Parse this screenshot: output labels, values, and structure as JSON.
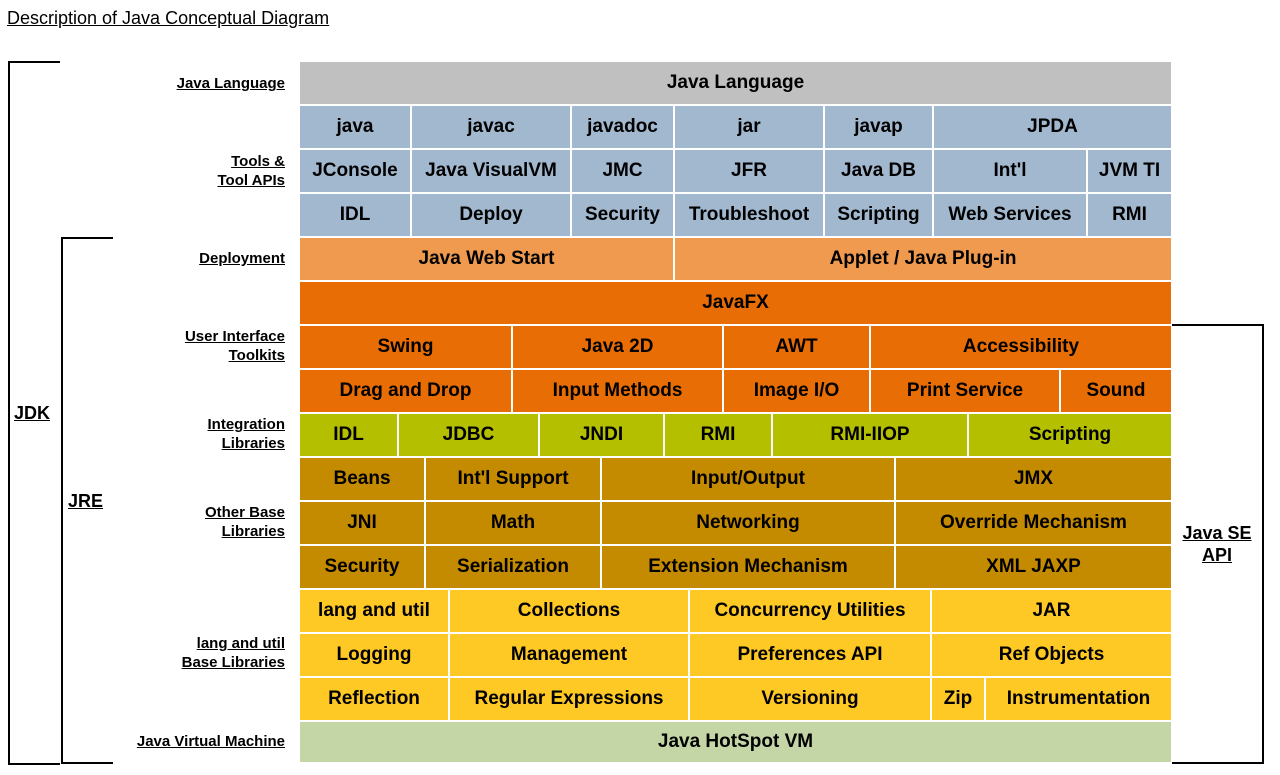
{
  "page": {
    "title_link": "Description of Java Conceptual Diagram"
  },
  "row_labels": [
    {
      "id": "java-language",
      "text": "Java Language"
    },
    {
      "id": "tools",
      "text": "Tools &\nTool APIs"
    },
    {
      "id": "deployment",
      "text": "Deployment"
    },
    {
      "id": "ui-toolkits",
      "text": "User Interface\nToolkits"
    },
    {
      "id": "integration",
      "text": "Integration\nLibraries"
    },
    {
      "id": "other-base",
      "text": "Other Base\nLibraries"
    },
    {
      "id": "lang-util-base",
      "text": "lang and util\nBase Libraries"
    },
    {
      "id": "jvm",
      "text": "Java Virtual Machine"
    }
  ],
  "cells": {
    "java_language": "Java Language",
    "tools_row1": [
      "java",
      "javac",
      "javadoc",
      "jar",
      "javap",
      "JPDA"
    ],
    "tools_row2": [
      "JConsole",
      "Java VisualVM",
      "JMC",
      "JFR",
      "Java DB",
      "Int'l",
      "JVM TI"
    ],
    "tools_row3": [
      "IDL",
      "Deploy",
      "Security",
      "Troubleshoot",
      "Scripting",
      "Web Services",
      "RMI"
    ],
    "deployment": [
      "Java Web Start",
      "Applet / Java Plug-in"
    ],
    "javafx": "JavaFX",
    "ui_row1": [
      "Swing",
      "Java 2D",
      "AWT",
      "Accessibility"
    ],
    "ui_row2": [
      "Drag and Drop",
      "Input Methods",
      "Image I/O",
      "Print Service",
      "Sound"
    ],
    "integration": [
      "IDL",
      "JDBC",
      "JNDI",
      "RMI",
      "RMI-IIOP",
      "Scripting"
    ],
    "other_row1": [
      "Beans",
      "Int'l Support",
      "Input/Output",
      "JMX"
    ],
    "other_row2": [
      "JNI",
      "Math",
      "Networking",
      "Override Mechanism"
    ],
    "other_row3": [
      "Security",
      "Serialization",
      "Extension Mechanism",
      "XML JAXP"
    ],
    "base_row1": [
      "lang and util",
      "Collections",
      "Concurrency Utilities",
      "JAR"
    ],
    "base_row2": [
      "Logging",
      "Management",
      "Preferences API",
      "Ref Objects"
    ],
    "base_row3": [
      "Reflection",
      "Regular Expressions",
      "Versioning",
      "Zip",
      "Instrumentation"
    ],
    "vm": "Java HotSpot VM"
  },
  "brackets": {
    "jdk": "JDK",
    "jre": "JRE",
    "java_se_api": "Java SE\nAPI"
  },
  "colors": {
    "language": "#c0c0c0",
    "tools": "#a2b8cf",
    "deployment": "#ef9a4e",
    "ui": "#e86d04",
    "integration": "#b4bf00",
    "other": "#c58b00",
    "base": "#fec825",
    "vm": "#c4d6a6"
  }
}
